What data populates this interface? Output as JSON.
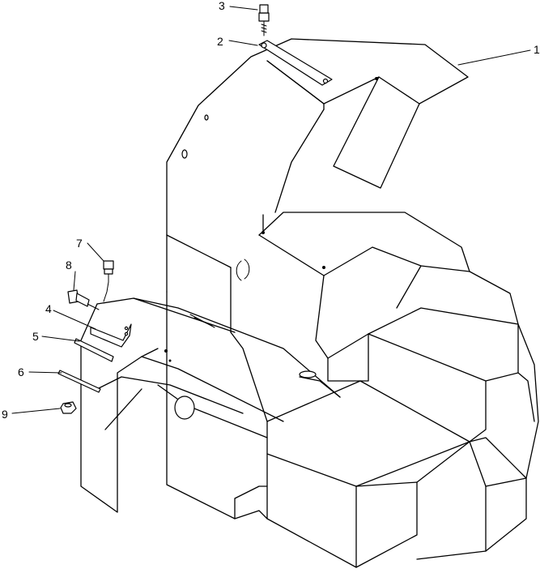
{
  "diagram": {
    "colors": {
      "line": "#000000",
      "background": "#ffffff"
    },
    "callouts": [
      {
        "id": "1",
        "text": "1"
      },
      {
        "id": "2",
        "text": "2"
      },
      {
        "id": "3",
        "text": "3"
      },
      {
        "id": "4",
        "text": "4"
      },
      {
        "id": "5",
        "text": "5"
      },
      {
        "id": "6",
        "text": "6"
      },
      {
        "id": "7",
        "text": "7"
      },
      {
        "id": "8",
        "text": "8"
      },
      {
        "id": "9",
        "text": "9"
      }
    ]
  }
}
